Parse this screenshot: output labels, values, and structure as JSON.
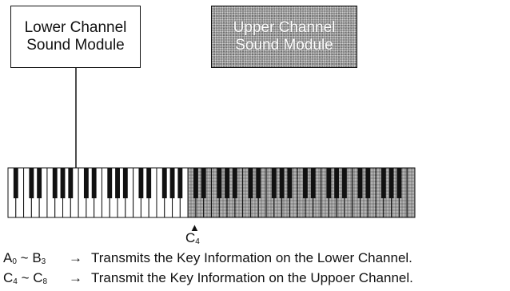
{
  "lower_module": {
    "line1": "Lower Channel",
    "line2": "Sound Module"
  },
  "upper_module": {
    "line1": "Upper Channel",
    "line2": "Sound Module"
  },
  "keyboard": {
    "white_key_count": 52,
    "split_key": "C4"
  },
  "marker": {
    "symbol": "▲",
    "label": "C",
    "label_sub": "4"
  },
  "legend": [
    {
      "from": "A",
      "from_sub": "0",
      "tilde": "~",
      "to": "B",
      "to_sub": "3",
      "arrow": "→",
      "text": "Transmits the Key Information on the Lower Channel."
    },
    {
      "from": "C",
      "from_sub": "4",
      "tilde": "~",
      "to": "C",
      "to_sub": "8",
      "arrow": "→",
      "text": "Transmit the Key Information on the Uppoer Channel."
    }
  ]
}
